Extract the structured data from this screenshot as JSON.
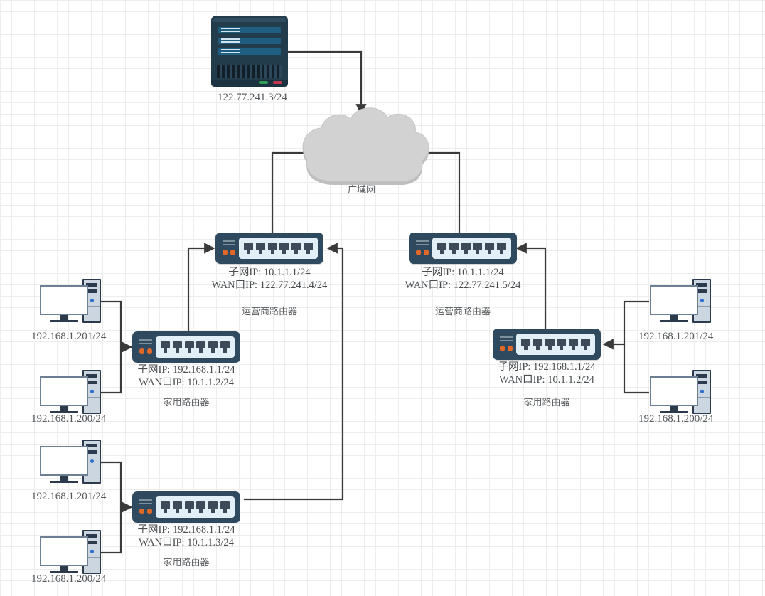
{
  "diagram": {
    "title_cloud": "广域网",
    "background": "#ffffff",
    "grid_color": "#e0e0e0",
    "line_color": "#3a3a3a",
    "device_color": "#2f4a5e",
    "server_color": "#223c4c",
    "cloud_color": "#d2d2d2"
  },
  "nodes": {
    "server": {
      "name": "server",
      "ip": "122.77.241.3/24"
    },
    "cloud": {
      "name": "wan-cloud",
      "label": "广域网"
    },
    "isp_router_left": {
      "subnet_label": "子网IP:  10.1.1.1/24",
      "wan_label": "WAN口IP: 122.77.241.4/24",
      "role": "运营商路由器"
    },
    "isp_router_right": {
      "subnet_label": "子网IP:  10.1.1.1/24",
      "wan_label": "WAN口IP: 122.77.241.5/24",
      "role": "运营商路由器"
    },
    "home_router_left": {
      "subnet_label": "子网IP:  192.168.1.1/24",
      "wan_label": "WAN口IP: 10.1.1.2/24",
      "role": "家用路由器"
    },
    "home_router_bottom_left": {
      "subnet_label": "子网IP:  192.168.1.1/24",
      "wan_label": "WAN口IP: 10.1.1.3/24",
      "role": "家用路由器"
    },
    "home_router_right": {
      "subnet_label": "子网IP:  192.168.1.1/24",
      "wan_label": "WAN口IP: 10.1.1.2/24",
      "role": "家用路由器"
    }
  },
  "hosts": {
    "left_top_a": "192.168.1.201/24",
    "left_top_b": "192.168.1.200/24",
    "left_bottom_a": "192.168.1.201/24",
    "left_bottom_b": "192.168.1.200/24",
    "right_a": "192.168.1.201/24",
    "right_b": "192.168.1.200/24"
  }
}
